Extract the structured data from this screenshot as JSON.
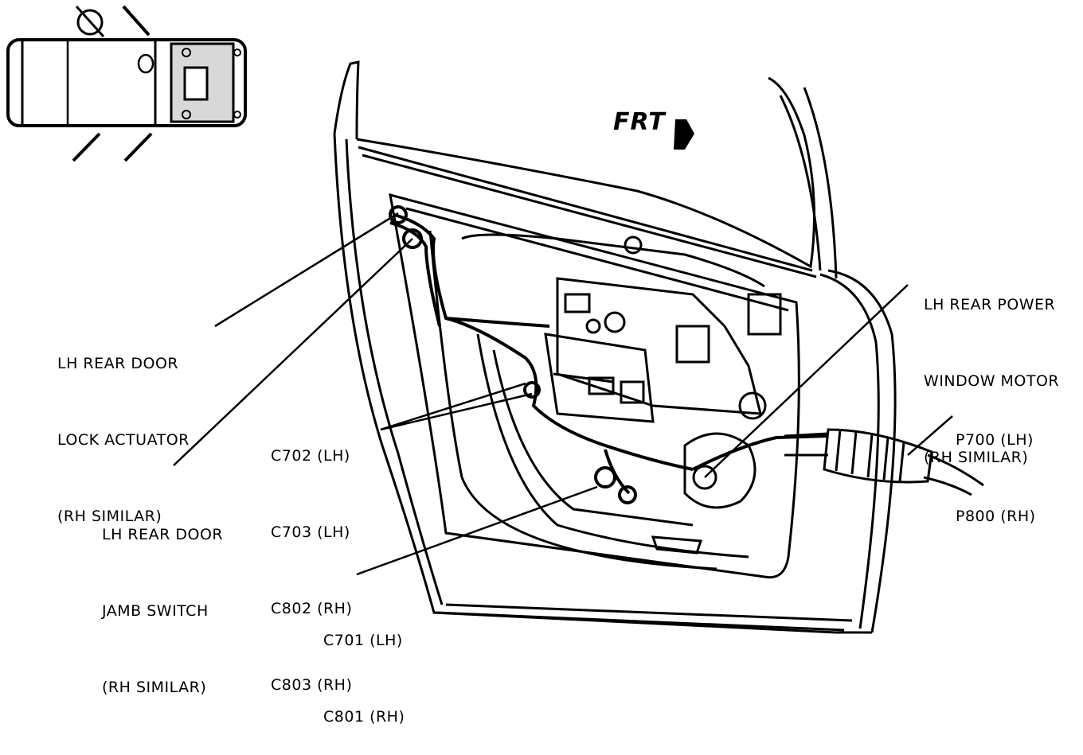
{
  "direction_label": "FRT",
  "callouts": {
    "lock_actuator": [
      "LH REAR DOOR",
      "LOCK ACTUATOR",
      "(RH SIMILAR)"
    ],
    "jamb_switch": [
      "LH REAR DOOR",
      "JAMB SWITCH",
      "(RH SIMILAR)"
    ],
    "connectors_c702": [
      "C702 (LH)",
      "C703 (LH)",
      "C802 (RH)",
      "C803 (RH)"
    ],
    "connectors_c701": [
      "C701 (LH)",
      "C801 (RH)"
    ],
    "window_motor": [
      "LH REAR POWER",
      "WINDOW MOTOR",
      "(RH SIMILAR)"
    ],
    "harness_connector": [
      "P700 (LH)",
      "P800 (RH)"
    ]
  },
  "colors": {
    "line": "#000000",
    "background": "#ffffff"
  },
  "icons": [
    "vehicle-top-view-icon",
    "front-direction-arrow-icon"
  ]
}
